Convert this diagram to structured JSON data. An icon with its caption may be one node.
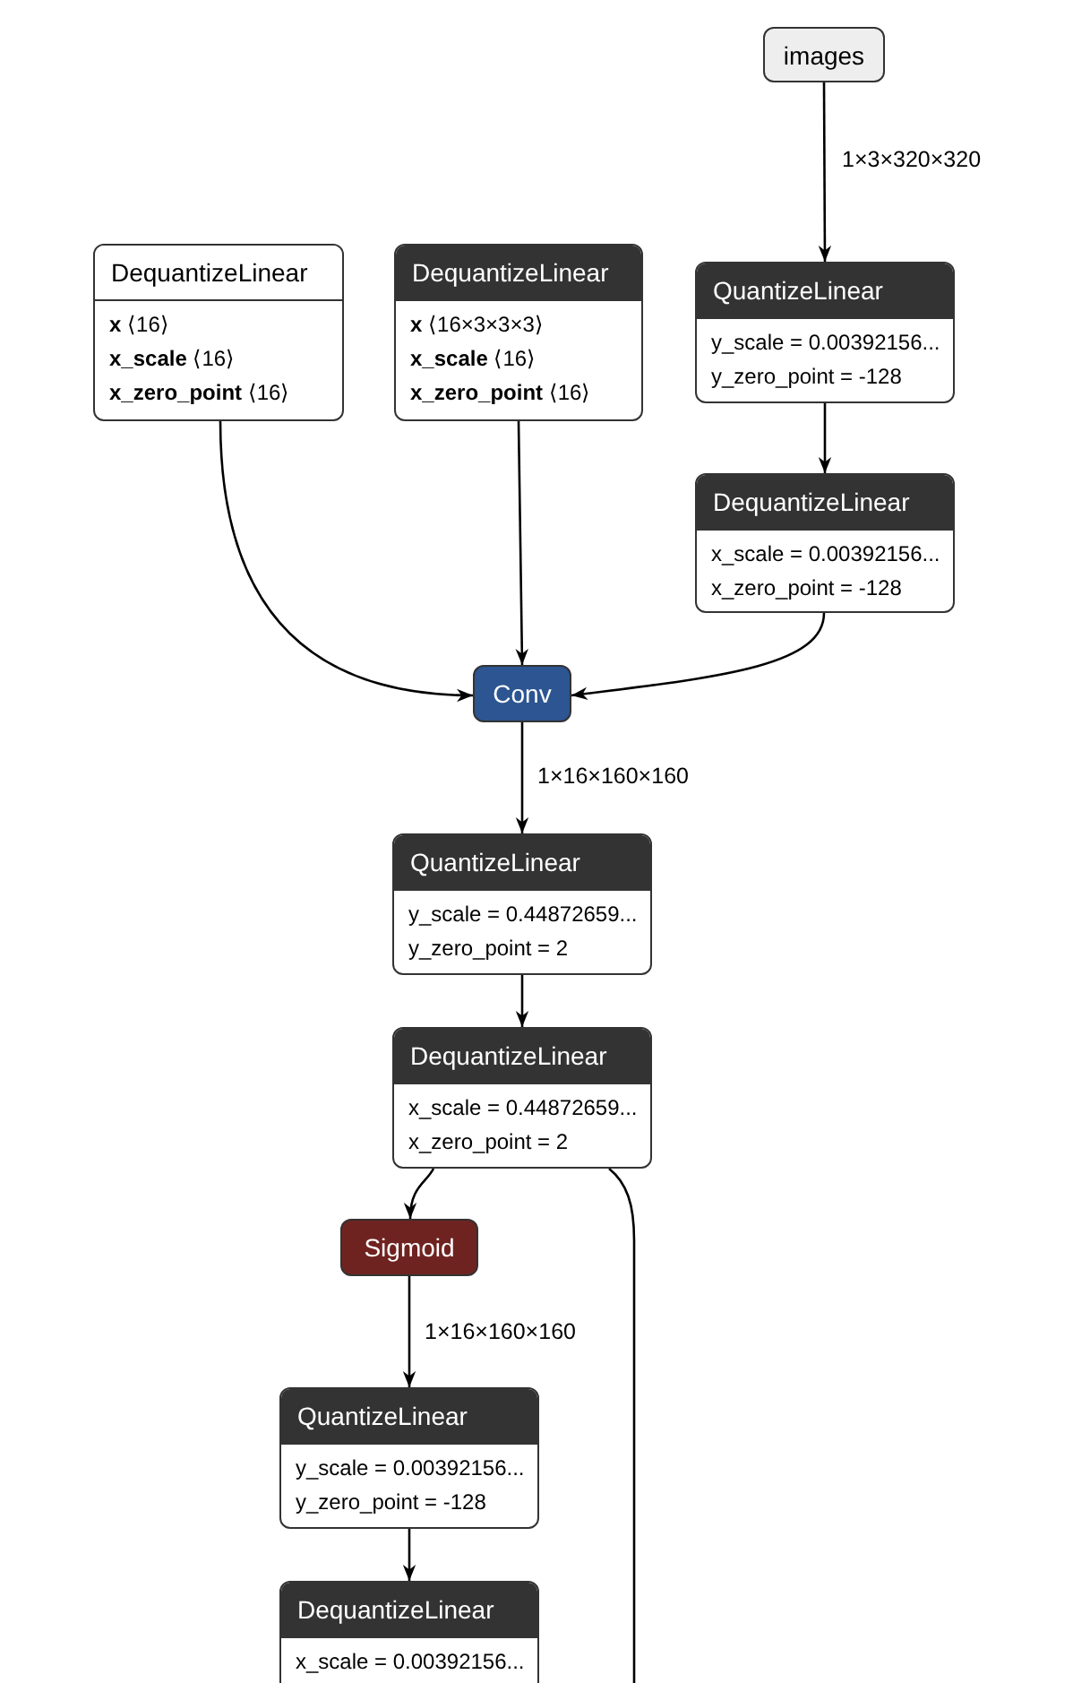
{
  "diagram": {
    "nodes": [
      {
        "text": [
          "images"
        ]
      },
      {
        "text": [
          "DequantizeLinear",
          "**x** ⟨16⟩",
          "**x_scale** ⟨16⟩",
          "**x_zero_point** ⟨16⟩"
        ]
      },
      {
        "text": [
          "DequantizeLinear",
          "**x** ⟨16×3×3×3⟩",
          "**x_scale** ⟨16⟩",
          "**x_zero_point** ⟨16⟩"
        ]
      },
      {
        "text": [
          "QuantizeLinear",
          "y_scale = 0.00392156...",
          "y_zero_point = -128"
        ]
      },
      {
        "text": [
          "DequantizeLinear",
          "x_scale = 0.00392156...",
          "x_zero_point = -128"
        ]
      },
      {
        "text": [
          "Conv"
        ]
      },
      {
        "text": [
          "QuantizeLinear",
          "y_scale = 0.44872659...",
          "y_zero_point = 2"
        ]
      },
      {
        "text": [
          "DequantizeLinear",
          "x_scale = 0.44872659...",
          "x_zero_point = 2"
        ]
      },
      {
        "text": [
          "Sigmoid"
        ]
      },
      {
        "text": [
          "QuantizeLinear",
          "y_scale = 0.00392156...",
          "y_zero_point = -128"
        ]
      },
      {
        "text": [
          "DequantizeLinear",
          "x_scale = 0.00392156..."
        ]
      }
    ],
    "edges": [
      {
        "from": 0,
        "to": 3,
        "arrow": "to",
        "label": "1×3×320×320"
      },
      {
        "from": 3,
        "to": 4,
        "arrow": "to"
      },
      {
        "from": 1,
        "to": 5,
        "arrow": "to"
      },
      {
        "from": 2,
        "to": 5,
        "arrow": "to"
      },
      {
        "from": 4,
        "to": 5,
        "arrow": "to"
      },
      {
        "from": 5,
        "to": 6,
        "arrow": "to",
        "label": "1×16×160×160"
      },
      {
        "from": 6,
        "to": 7,
        "arrow": "to"
      },
      {
        "from": 7,
        "to": 8,
        "arrow": "to"
      },
      {
        "from": 8,
        "to": 9,
        "arrow": "to",
        "label": "1×16×160×160"
      },
      {
        "from": 9,
        "to": 10,
        "arrow": "to"
      },
      {
        "from": 7,
        "to": null,
        "arrow": "none"
      }
    ]
  }
}
